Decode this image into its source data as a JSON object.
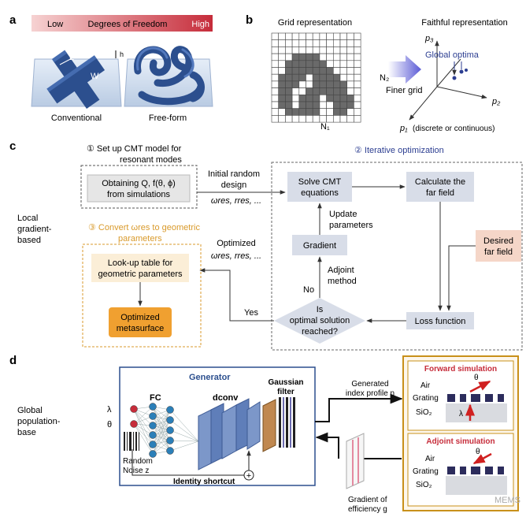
{
  "panel_letters": {
    "a": "a",
    "b": "b",
    "c": "c",
    "d": "d"
  },
  "colors": {
    "accent": "#c62c3a",
    "blue": "#2c3e91",
    "orange": "#d99a2b",
    "box": "#d8dde8",
    "peach": "#f5d6c8",
    "gold": "#f0a030"
  },
  "panel_a": {
    "scale_low": "Low",
    "scale_title": "Degrees of Freedom",
    "scale_high": "High",
    "dim_L": "L",
    "dim_W": "W",
    "dim_h": "h",
    "label_conventional": "Conventional",
    "label_freeform": "Free-form"
  },
  "panel_b": {
    "grid_title": "Grid representation",
    "faithful_title": "Faithful representation",
    "n2": "N₂",
    "n1": "N₁",
    "finer_grid": "Finer grid",
    "global_optima": "Global optima",
    "p1": "p₁",
    "p2": "p₂",
    "p3": "p₃",
    "p1_note": "(discrete or continuous)",
    "grid_cells": [
      "0000000000000",
      "0000000000000",
      "0000000000000",
      "0001111000000",
      "0011111100000",
      "0011111110000",
      "0111101111000",
      "0111001111100",
      "0110011111100",
      "0110111011110",
      "0110111001110",
      "0011111001100",
      "0000000000000"
    ]
  },
  "panel_c": {
    "step1": "① Set up CMT model for",
    "step1b": "resonant modes",
    "step2": "② Iterative optimization",
    "step3": "③ Convert ωres to geometric",
    "step3b": "parameters",
    "box_obtain1": "Obtaining Q, f(θ, ϕ)",
    "box_obtain2": "from simulations",
    "init_random1": "Initial random",
    "init_random2": "design",
    "omega_res": "ωres, rres, ...",
    "solve_cmt1": "Solve CMT",
    "solve_cmt2": "equations",
    "calc_far1": "Calculate the",
    "calc_far2": "far field",
    "update1": "Update",
    "update2": "parameters",
    "gradient": "Gradient",
    "desired1": "Desired",
    "desired2": "far field",
    "optimized": "Optimized",
    "adjoint1": "Adjoint",
    "adjoint2": "method",
    "no": "No",
    "yes": "Yes",
    "decision1": "Is",
    "decision2": "optimal solution",
    "decision3": "reached?",
    "loss": "Loss function",
    "lookup1": "Look-up table for",
    "lookup2": "geometric parameters",
    "opt_meta1": "Optimized",
    "opt_meta2": "metasurface",
    "side1": "Local",
    "side2": "gradient-",
    "side3": "based"
  },
  "panel_d": {
    "side1": "Global",
    "side2": "population-",
    "side3": "base",
    "generator": "Generator",
    "fc": "FC",
    "dconv": "dconv",
    "gaussian1": "Gaussian",
    "gaussian2": "filter",
    "lambda": "λ",
    "theta": "θ",
    "random1": "Random",
    "random2": "Noise z",
    "identity": "Identity shortcut",
    "plus": "+",
    "generated1": "Generated",
    "generated2": "index profile n",
    "gradient1": "Gradient of",
    "gradient2": "efficiency g",
    "forward": "Forward simulation",
    "adjoint": "Adjoint simulation",
    "air": "Air",
    "grating": "Grating",
    "sio2": "SiO₂",
    "fwd_lambda": "λ",
    "fwd_theta": "θ",
    "adj_theta": "θ"
  },
  "watermark": "MEMS"
}
